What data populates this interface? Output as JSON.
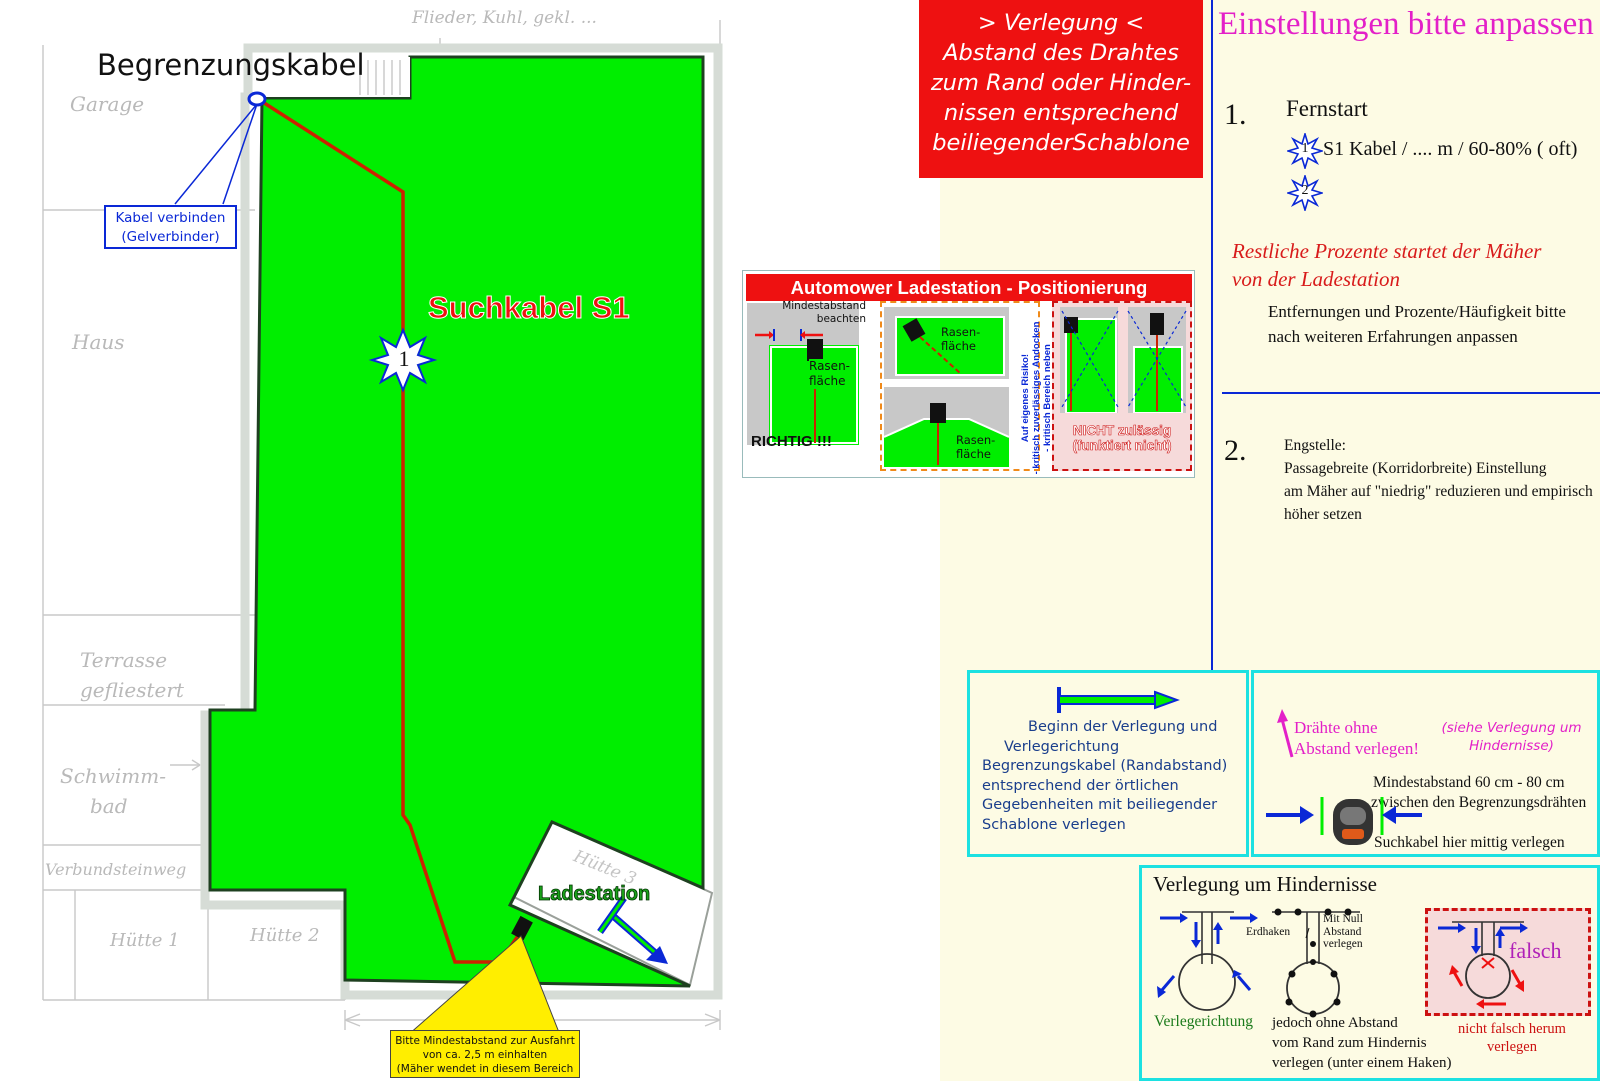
{
  "plan": {
    "top_scribble": "Flieder, Kuhl, gekl. ...",
    "sketch_labels": {
      "garage": "Garage",
      "haus": "Haus",
      "terrasse": "Terrasse",
      "gefliest": "gefliestert",
      "schwimm": "Schwimm-",
      "bad": "bad",
      "verbundstein": "Verbundsteinweg",
      "huette1": "Hütte 1",
      "huette2": "Hütte 2",
      "huette3": "Hütte 3"
    },
    "begrenzungskabel": "Begrenzungskabel",
    "kabel_verbinden": [
      "Kabel verbinden",
      "(Gelverbinder)"
    ],
    "suchkabel": "Suchkabel S1",
    "star_number": "1",
    "ladestation": "Ladestation",
    "yellow_note": [
      "Bitte Mindestabstand zur Ausfahrt",
      "von ca. 2,5 m einhalten",
      "(Mäher wendet in diesem Bereich"
    ]
  },
  "red_banner": [
    "> Verlegung <",
    "Abstand des Drahtes",
    "zum Rand oder Hinder-",
    "nissen entsprechend",
    "beiliegenderSchablone"
  ],
  "settings": {
    "title": "Einstellungen bitte anpassen",
    "item1_number": "1.",
    "item1_label": "Fernstart",
    "star1_digit": "1",
    "star1_text": "S1 Kabel / .... m / 60-80% ( oft)",
    "star2_digit": "2",
    "rest_note": [
      "Restliche Prozente  startet der Mäher",
      "von der Ladestation"
    ],
    "adjust_note": [
      "Entfernungen und Prozente/Häufigkeit bitte",
      "nach weiteren Erfahrungen anpassen"
    ],
    "item2_number": "2.",
    "item2_lines": [
      "Engstelle:",
      "Passagebreite (Korridorbreite) Einstellung",
      "am Mäher auf \"niedrig\" reduzieren und empirisch",
      "höher setzen"
    ]
  },
  "charge_panel": {
    "title": "Automower Ladestation - Positionierung",
    "mindestabstand": [
      "Mindestabstand",
      "beachten"
    ],
    "rasen": [
      "Rasen-",
      "fläche"
    ],
    "richtig": "RICHTIG !!!",
    "risk_lines": [
      "Auf eigenes Risiko!",
      "- kritisch zuverlässiges Andocken",
      "- kritisch Bereich neben Ladestation"
    ],
    "nicht_zulaessig": [
      "NICHT zulässig",
      "(funktiert nicht)"
    ]
  },
  "legend_begin": {
    "lines": [
      "Beginn der Verlegung und",
      "Verlegerichtung",
      "Begrenzungskabel (Randabstand)",
      "entsprechend der örtlichen",
      "Gegebenheiten mit beiliegender",
      "Schablone verlegen"
    ]
  },
  "legend_wires": {
    "draehte": [
      "Drähte ohne",
      "Abstand verlegen!"
    ],
    "siehe": [
      "(siehe Verlegung um",
      "Hindernisse)"
    ],
    "mindestabstand": [
      "Mindestabstand 60 cm - 80 cm",
      "zwischen den Begrenzungsdrähten"
    ],
    "suchkabel_mittig": "Suchkabel hier mittig verlegen"
  },
  "obstacles": {
    "title": "Verlegung um Hindernisse",
    "erdhaken": "Erdhaken",
    "mit_null": [
      "Mit Null",
      "Abstand",
      "verlegen"
    ],
    "falsch": "falsch",
    "verlegerichtung": "Verlegerichtung",
    "jedoch": [
      "jedoch ohne Abstand",
      "vom Rand zum Hindernis",
      "verlegen (unter einem Haken)"
    ],
    "nicht_falsch": [
      "nicht falsch herum",
      "verlegen"
    ]
  },
  "colors": {
    "lawn": "#00ee00",
    "wire_red": "#cc2200",
    "banner_red": "#ee1111",
    "magenta": "#e320c8",
    "blue": "#0a28d6",
    "cyan": "#1ce1e1"
  }
}
